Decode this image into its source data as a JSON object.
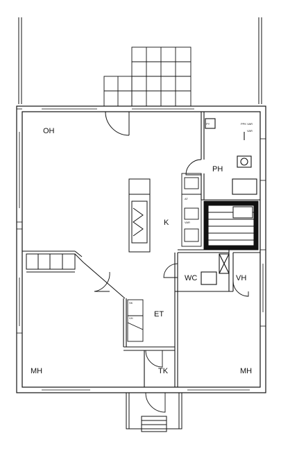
{
  "rooms": {
    "oh": "OH",
    "ph": "PH",
    "k": "K",
    "wc": "WC",
    "vh": "VH",
    "et": "ET",
    "tk": "TK",
    "mh_left": "MH",
    "mh_right": "MH"
  },
  "small_marks": {
    "sk": "SK",
    "vh_mark": "VH",
    "py": "PY",
    "ppk": "PPK VAR",
    "var": "VAR",
    "at": "AT",
    "var2": "VAR"
  }
}
